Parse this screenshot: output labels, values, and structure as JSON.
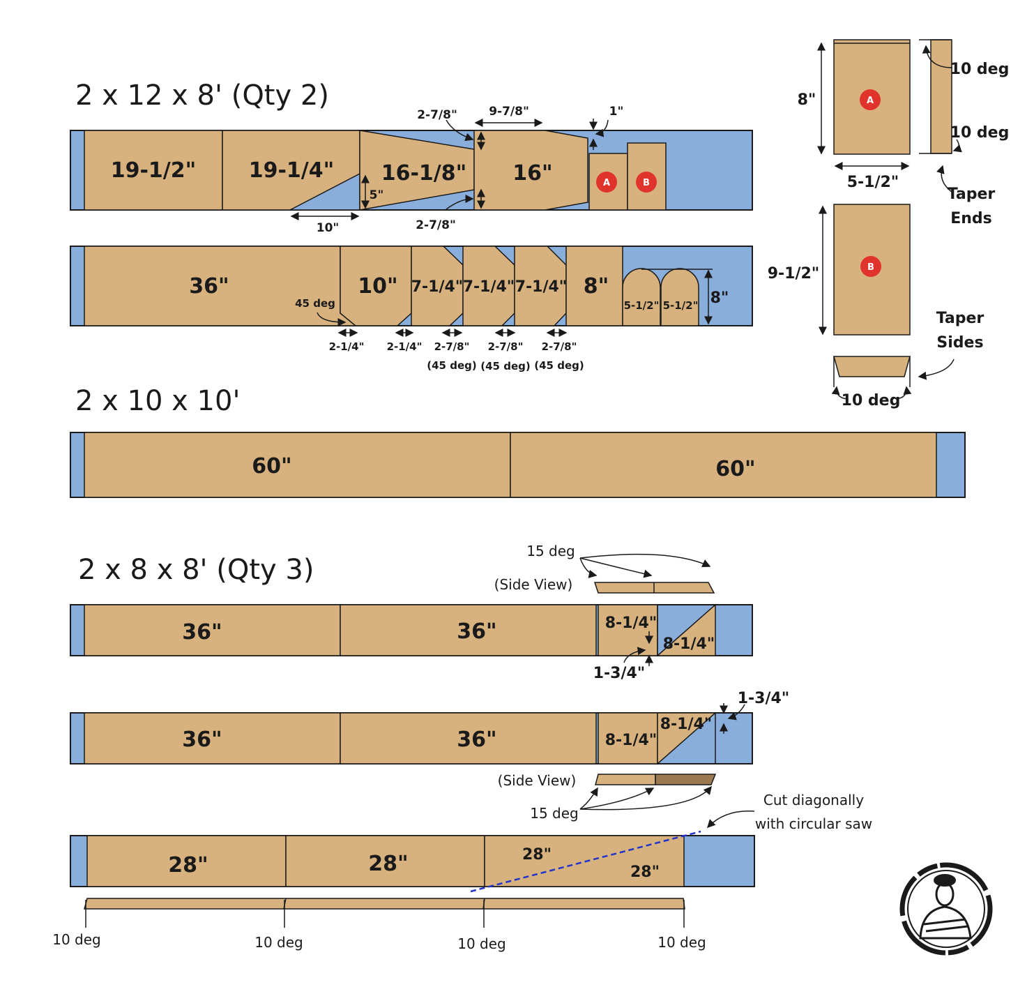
{
  "sections": {
    "s1_title": "2 x 12 x 8' (Qty 2)",
    "s2_title": "2 x 10 x 10'",
    "s3_title": "2 x 8 x 8' (Qty 3)"
  },
  "board1": {
    "pieces": [
      "19-1/2\"",
      "19-1/4\"",
      "16-1/8\"",
      "16\""
    ],
    "dims": {
      "top_278": "2-7/8\"",
      "top_978": "9-7/8\"",
      "top_1": "1\"",
      "bottom_10": "10\"",
      "bottom_278": "2-7/8\"",
      "five": "5\""
    },
    "badge_a": "A",
    "badge_b": "B"
  },
  "board2": {
    "pieces": [
      "36\"",
      "10\"",
      "7-1/4\"",
      "7-1/4\"",
      "7-1/4\"",
      "8\""
    ],
    "arches": [
      "5-1/2\"",
      "5-1/2\""
    ],
    "arch_height": "8\"",
    "deg45": "45 deg",
    "bottom": [
      "2-1/4\"",
      "2-1/4\"",
      "2-7/8\"",
      "2-7/8\"",
      "2-7/8\""
    ],
    "bottom_deg": [
      "(45 deg)",
      "(45 deg)",
      "(45 deg)"
    ]
  },
  "board3": {
    "pieces": [
      "60\"",
      "60\""
    ]
  },
  "board4": {
    "pieces": [
      "36\"",
      "36\"",
      "8-1/4\"",
      "8-1/4\""
    ],
    "deg": "15 deg",
    "side_view": "(Side View)",
    "small": "1-3/4\""
  },
  "board5": {
    "pieces": [
      "36\"",
      "36\"",
      "8-1/4\"",
      "8-1/4\""
    ],
    "deg": "15 deg",
    "side_view": "(Side View)",
    "small": "1-3/4\""
  },
  "board6": {
    "pieces": [
      "28\"",
      "28\"",
      "28\"",
      "28\""
    ],
    "cut_note_1": "Cut diagonally",
    "cut_note_2": "with circular saw",
    "degs": [
      "10 deg",
      "10 deg",
      "10 deg",
      "10 deg"
    ]
  },
  "side_panel": {
    "a_height": "8\"",
    "a_width": "5-1/2\"",
    "a_deg_top": "10 deg",
    "a_deg_bottom": "10 deg",
    "taper_ends_1": "Taper",
    "taper_ends_2": "Ends",
    "b_height": "9-1/2\"",
    "taper_sides_1": "Taper",
    "taper_sides_2": "Sides",
    "b_deg": "10 deg",
    "badge_a": "A",
    "badge_b": "B"
  },
  "colors": {
    "wood": "#d7b27f",
    "waste": "#8aaedb",
    "badge": "#e0332c",
    "cut_line": "#2233cc"
  }
}
